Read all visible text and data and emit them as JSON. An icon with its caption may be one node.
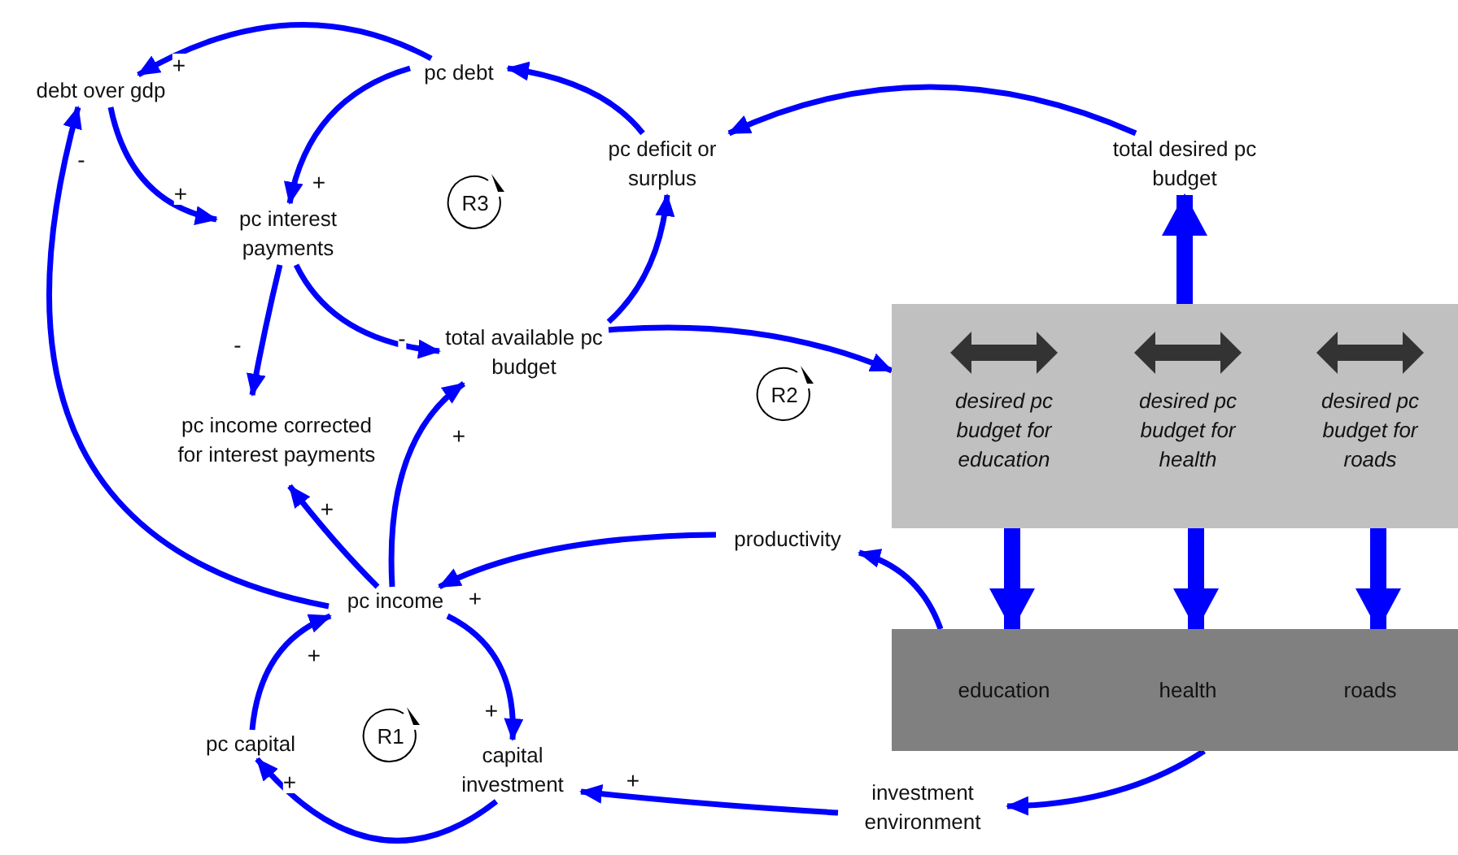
{
  "diagram": {
    "nodes": [
      {
        "text": [
          "debt over gdp"
        ]
      },
      {
        "text": [
          "pc debt"
        ]
      },
      {
        "text": [
          "pc deficit or surplus"
        ]
      },
      {
        "text": [
          "total desired pc budget"
        ]
      },
      {
        "text": [
          "pc interest payments"
        ]
      },
      {
        "text": [
          "total available pc budget"
        ]
      },
      {
        "text": [
          "pc income corrected for interest payments"
        ]
      },
      {
        "text": [
          "productivity"
        ]
      },
      {
        "text": [
          "pc income"
        ]
      },
      {
        "text": [
          "pc capital"
        ]
      },
      {
        "text": [
          "capital investment"
        ]
      },
      {
        "text": [
          "investment environment"
        ]
      },
      {
        "text": [],
        "shape": "box"
      },
      {
        "text": [
          "desired pc budget for education"
        ],
        "in": 12
      },
      {
        "text": [
          "desired pc budget for health"
        ],
        "in": 12
      },
      {
        "text": [
          "desired pc budget for roads"
        ],
        "in": 12
      },
      {
        "text": [],
        "shape": "box"
      },
      {
        "text": [
          "education"
        ],
        "in": 16
      },
      {
        "text": [
          "health"
        ],
        "in": 16
      },
      {
        "text": [
          "roads"
        ],
        "in": 16
      }
    ],
    "edges": [
      {
        "from": 1,
        "to": 0,
        "arrow": "to",
        "label": "+"
      },
      {
        "from": 1,
        "to": 4,
        "arrow": "to",
        "label": "+"
      },
      {
        "from": 0,
        "to": 4,
        "arrow": "to",
        "label": "+"
      },
      {
        "from": 2,
        "to": 1,
        "arrow": "to"
      },
      {
        "from": 3,
        "to": 2,
        "arrow": "to"
      },
      {
        "from": 5,
        "to": 2,
        "arrow": "to"
      },
      {
        "from": 4,
        "to": 6,
        "arrow": "to",
        "label": "-"
      },
      {
        "from": 4,
        "to": 5,
        "arrow": "to",
        "label": "-"
      },
      {
        "from": 8,
        "to": 0,
        "arrow": "to",
        "label": "-"
      },
      {
        "from": 5,
        "to": 12,
        "arrow": "to"
      },
      {
        "from": 8,
        "to": 6,
        "arrow": "to",
        "label": "+"
      },
      {
        "from": 8,
        "to": 5,
        "arrow": "to",
        "label": "+"
      },
      {
        "from": 7,
        "to": 8,
        "arrow": "to",
        "label": "+"
      },
      {
        "from": 8,
        "to": 10,
        "arrow": "to",
        "label": "+"
      },
      {
        "from": 9,
        "to": 8,
        "arrow": "to",
        "label": "+"
      },
      {
        "from": 10,
        "to": 9,
        "arrow": "to",
        "label": "+"
      },
      {
        "from": 11,
        "to": 10,
        "arrow": "to",
        "label": "+"
      },
      {
        "from": 12,
        "to": 3,
        "arrow": "to",
        "style": "thick"
      },
      {
        "from": 13,
        "to": 17,
        "arrow": "to",
        "style": "thick"
      },
      {
        "from": 14,
        "to": 18,
        "arrow": "to",
        "style": "thick"
      },
      {
        "from": 15,
        "to": 19,
        "arrow": "to",
        "style": "thick"
      },
      {
        "from": 16,
        "to": 7,
        "arrow": "to"
      },
      {
        "from": 16,
        "to": 11,
        "arrow": "to"
      }
    ],
    "labels": [
      "R3",
      "R2",
      "R1"
    ]
  }
}
